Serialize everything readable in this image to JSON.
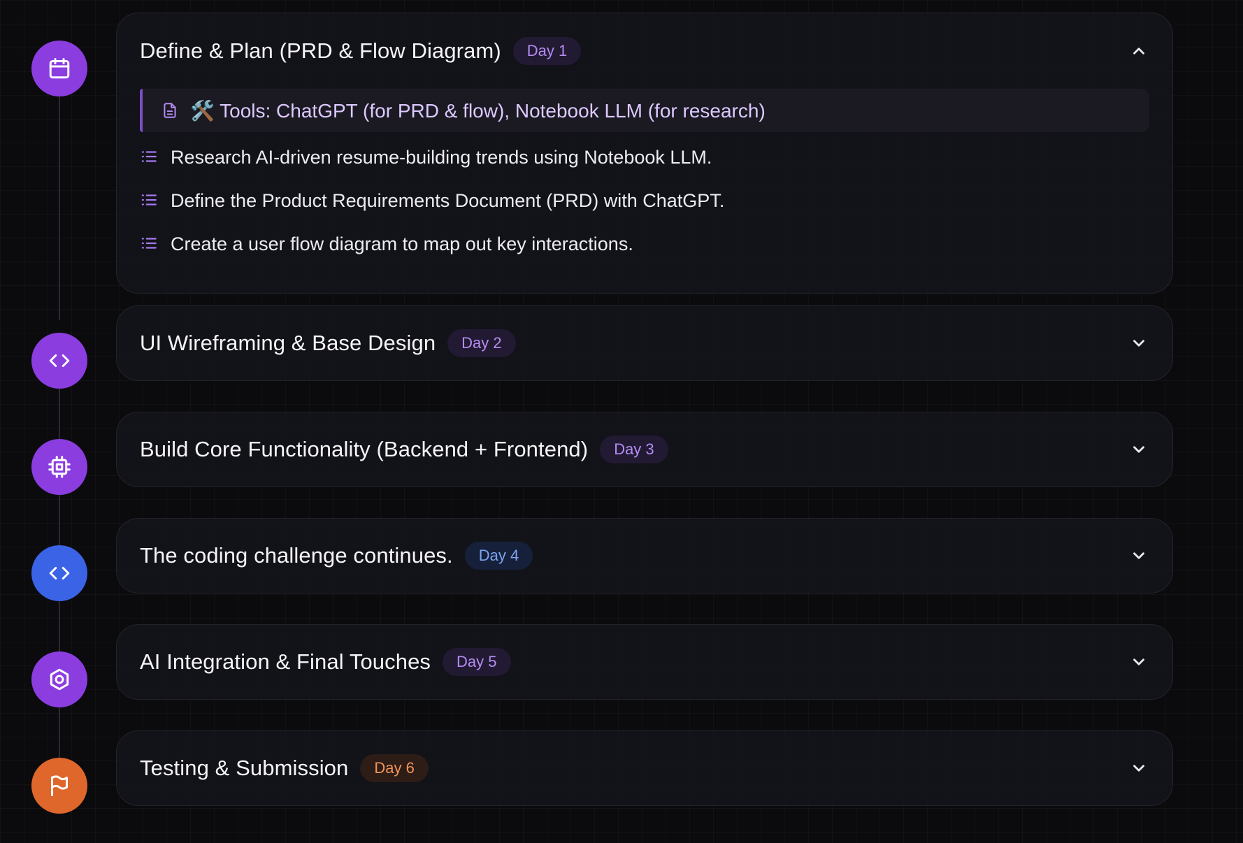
{
  "colors": {
    "background": "#0b0b0e",
    "card_background": "#14141a",
    "accent_purple": "#8b3de0",
    "accent_blue": "#3b63e6",
    "accent_orange": "#e0672c",
    "badge_purple_text": "#b58cf2",
    "badge_blue_text": "#7ea4f2",
    "badge_orange_text": "#f1945a"
  },
  "phases": [
    {
      "title": "Define & Plan (PRD & Flow Diagram)",
      "badge": "Day 1",
      "icon": "calendar-icon",
      "color": "#8b3de0",
      "expanded": true,
      "tools": "🛠️ Tools: ChatGPT (for PRD & flow), Notebook LLM (for research)",
      "steps": [
        "Research AI-driven resume-building trends using Notebook LLM.",
        "Define the Product Requirements Document (PRD) with ChatGPT.",
        "Create a user flow diagram to map out key interactions."
      ]
    },
    {
      "title": "UI Wireframing & Base Design",
      "badge": "Day 2",
      "icon": "code-icon",
      "color": "#8b3de0",
      "expanded": false
    },
    {
      "title": "Build Core Functionality (Backend + Frontend)",
      "badge": "Day 3",
      "icon": "cpu-icon",
      "color": "#8b3de0",
      "expanded": false
    },
    {
      "title": "The coding challenge continues.",
      "badge": "Day 4",
      "icon": "code-icon",
      "color": "#3b63e6",
      "expanded": false
    },
    {
      "title": "AI Integration & Final Touches",
      "badge": "Day 5",
      "icon": "hexagon-icon",
      "color": "#8b3de0",
      "expanded": false
    },
    {
      "title": "Testing & Submission",
      "badge": "Day 6",
      "icon": "flag-icon",
      "color": "#e0672c",
      "expanded": false
    }
  ]
}
